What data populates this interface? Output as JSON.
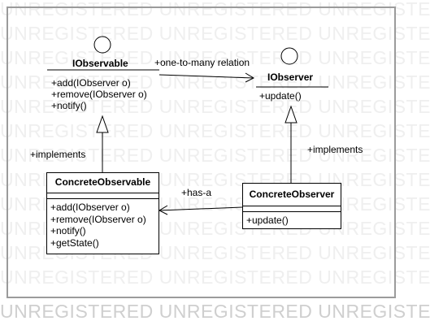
{
  "watermark": {
    "rows": [
      "UNREGISTERED UNREGISTERED UNREGISTERED",
      "UNREGISTERED UNREGISTERED UNREGISTERED",
      "UNREGISTERED UNREGISTERED UNREGISTERED",
      "UNREGISTERED UNREGISTERED UNREGISTERED",
      "UNREGISTERED UNREGISTERED UNREGISTERED",
      "UNREGISTERED UNREGISTERED UNREGISTERED",
      "UNREGISTERED UNREGISTERED UNREGISTERED",
      "UNREGISTERED UNREGISTERED UNREGISTERED",
      "UNREGISTERED UNREGISTERED UNREGISTERED",
      "UNREGISTERED UNREGISTERED UNREGISTERED",
      "UNREGISTERED UNREGISTERED UNREGISTERED",
      "UNREGISTERED UNREGISTERED UNREGISTERED",
      "UNREGISTERED UNREGISTERED UNREGISTERED"
    ]
  },
  "interfaces": {
    "observable": {
      "name": "IObservable",
      "operations": [
        "+add(IObserver o)",
        "+remove(IObserver o)",
        "+notify()"
      ]
    },
    "observer": {
      "name": "IObserver",
      "operations": [
        "+update()"
      ]
    }
  },
  "classes": {
    "concrete_observable": {
      "name": "ConcreteObservable",
      "operations": [
        "+add(IObserver o)",
        "+remove(IObserver o)",
        "+notify()",
        "+getState()"
      ]
    },
    "concrete_observer": {
      "name": "ConcreteObserver",
      "operations": [
        "+update()"
      ]
    }
  },
  "relations": {
    "one_to_many": "+one-to-many relation",
    "has_a": "+has-a",
    "implements_left": "+implements",
    "implements_right": "+implements"
  },
  "colors": {
    "line": "#000000",
    "frame": "#9b9b9b",
    "watermark": "#efefef"
  }
}
